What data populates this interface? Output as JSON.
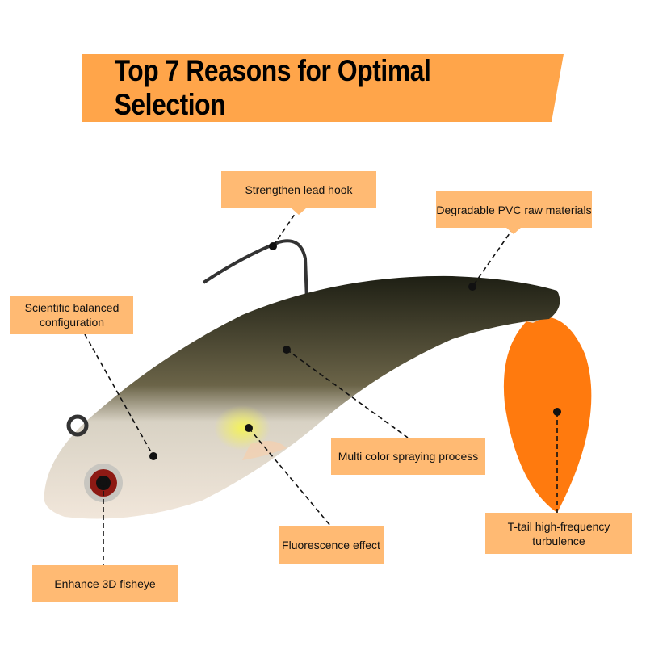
{
  "title": "Top 7 Reasons for Optimal Selection",
  "colors": {
    "banner": "#FFA54A",
    "label": "#FFBA73",
    "tail": "#FF7A0E"
  },
  "labels": {
    "hook": "Strengthen lead hook",
    "pvc": "Degradable PVC raw materials",
    "balanced": "Scientific balanced configuration",
    "spraying": "Multi color spraying process",
    "fluorescence": "Fluorescence effect",
    "fisheye": "Enhance 3D fisheye",
    "tail": "T-tail high-frequency turbulence"
  }
}
